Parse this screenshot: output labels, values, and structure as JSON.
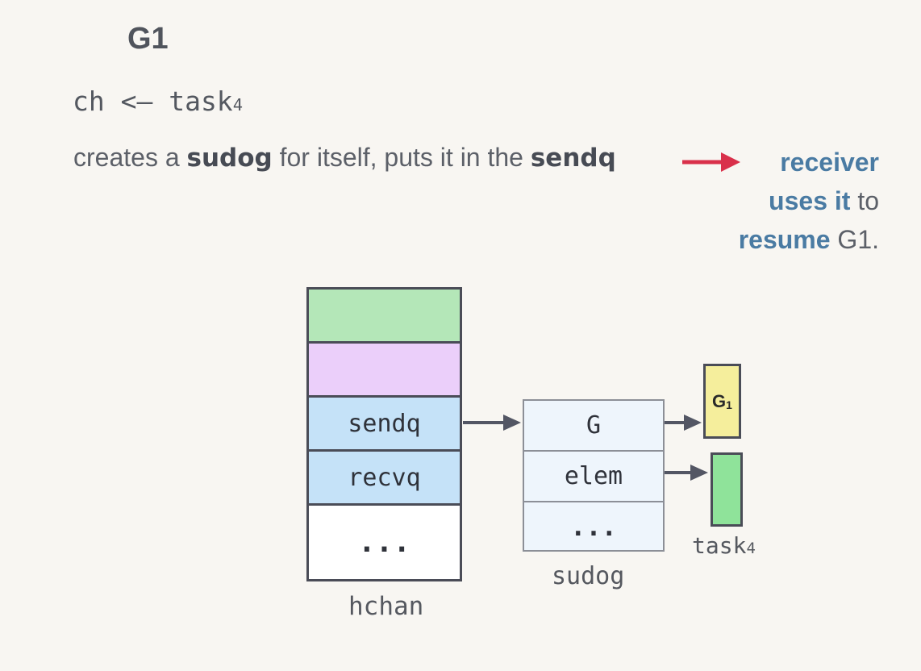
{
  "title": "G1",
  "code": {
    "text": "ch <– task",
    "sub": "4"
  },
  "description": {
    "prefix": "creates a ",
    "bold1": "sudog",
    "middle": " for itself, puts it in the ",
    "bold2": "sendq"
  },
  "note": {
    "line1_bold": "receiver",
    "line2_bold": "uses it",
    "line2_rest": " to",
    "line3_bold": "resume",
    "line3_rest": " G1."
  },
  "hchan": {
    "label": "hchan",
    "rows": [
      "",
      "",
      "sendq",
      "recvq",
      "..."
    ]
  },
  "sudog": {
    "label": "sudog",
    "rows": [
      "G",
      "elem",
      "..."
    ]
  },
  "g1_box": {
    "text": "G",
    "sub": "1"
  },
  "task_label": {
    "text": "task",
    "sub": "4"
  },
  "colors": {
    "arrow_red": "#d9304a",
    "green": "#b4e7b8",
    "purple": "#ebcffa",
    "blue": "#c5e2f8",
    "sudog_fill": "#eef5fc",
    "yellow": "#f5ee9c",
    "task_green": "#8fe39a",
    "accent_blue": "#4a7ba3"
  }
}
